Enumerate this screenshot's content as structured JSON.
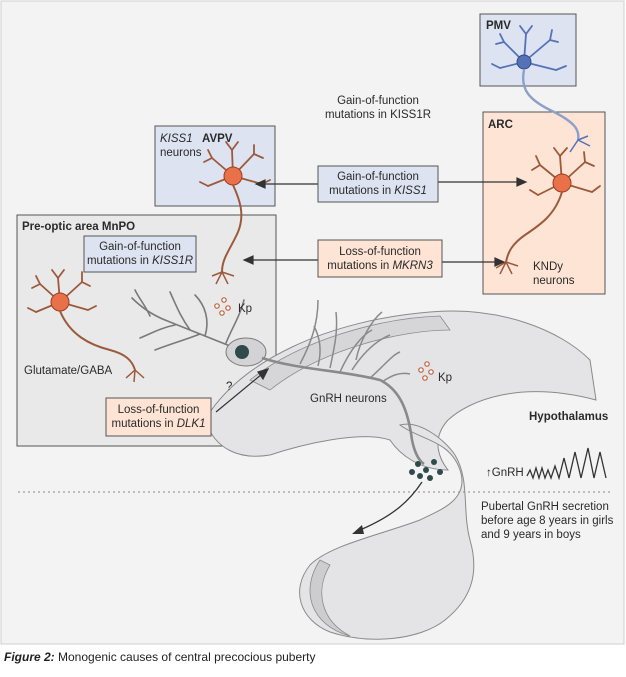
{
  "regions": {
    "pmv": "PMV",
    "arc": "ARC",
    "avpv": "AVPV",
    "kiss1_neurons_1": "KISS1",
    "kiss1_neurons_2": "neurons",
    "preoptic": "Pre-optic area MnPO",
    "hypothalamus": "Hypothalamus"
  },
  "labels": {
    "gof_kiss1r_top_1": "Gain-of-function",
    "gof_kiss1r_top_2": "mutations in KISS1R",
    "kndy_1": "KNDy",
    "kndy_2": "neurons",
    "glutamate": "Glutamate/GABA",
    "gnrh_neurons": "GnRH neurons",
    "kp_1": "Kp",
    "kp_2": "Kp",
    "question": "?",
    "gnrh_up": "↑GnRH",
    "pubertal_1": "Pubertal GnRH secretion",
    "pubertal_2": "before age 8 years in girls",
    "pubertal_3": "and 9 years in boys"
  },
  "boxes": {
    "gof_kiss1": {
      "line1": "Gain-of-function",
      "line2_prefix": "mutations in ",
      "line2_gene": "KISS1"
    },
    "lof_mkrn3": {
      "line1": "Loss-of-function",
      "line2_prefix": "mutations in ",
      "line2_gene": "MKRN3"
    },
    "gof_kiss1r": {
      "line1": "Gain-of-function",
      "line2_prefix": "mutations in ",
      "line2_gene": "KISS1R"
    },
    "lof_dlk1": {
      "line1": "Loss-of-function",
      "line2_prefix": "mutations in ",
      "line2_gene": "DLK1"
    }
  },
  "caption": {
    "label": "Figure 2:",
    "text": " Monogenic causes of central precocious puberty"
  },
  "colors": {
    "blue_box": "#dde3f0",
    "peach_box": "#fde4d5",
    "grey_box": "#e9e9ea",
    "neuron_orange": "#e8714a",
    "neuron_blue": "#5572b8",
    "axon_brown": "#9c5a3c",
    "gnrh_dark": "#2e4a4a"
  }
}
